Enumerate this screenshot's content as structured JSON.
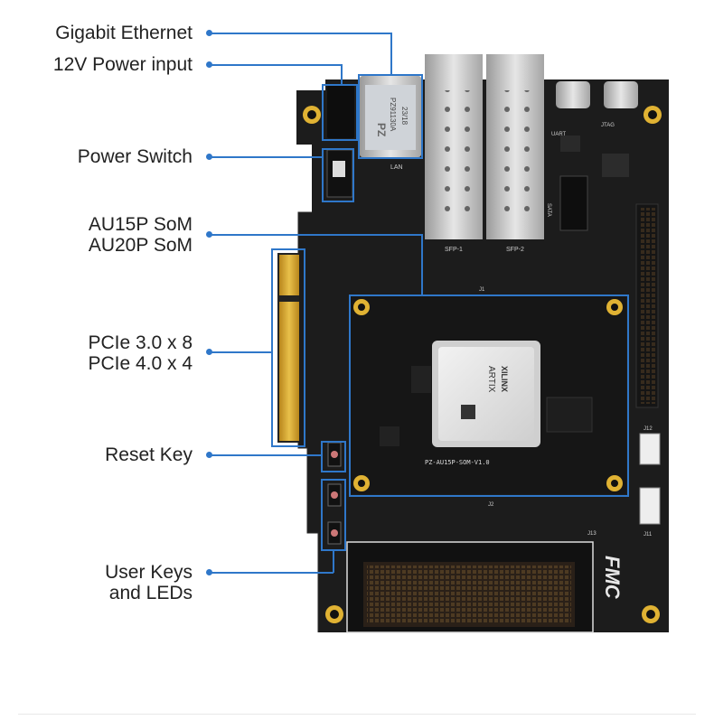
{
  "labels": {
    "gigabit_ethernet": "Gigabit Ethernet",
    "power_input": "12V Power input",
    "power_switch": "Power Switch",
    "som_line1": "AU15P SoM",
    "som_line2": "AU20P SoM",
    "pcie_line1": "PCIe 3.0 x 8",
    "pcie_line2": "PCIe 4.0 x 4",
    "reset_key": "Reset Key",
    "user_keys_line1": "User Keys",
    "user_keys_line2": "and LEDs"
  },
  "board": {
    "ethernet_jack_text_1": "23/18",
    "ethernet_jack_text_2": "PZ91130A",
    "ethernet_jack_logo": "PZ",
    "lan_label": "LAN",
    "sfp1_label": "SFP-1",
    "sfp2_label": "SFP-2",
    "uart_label": "UART",
    "jtag_label": "JTAG",
    "sata_label": "SATA",
    "fpga_brand": "XILINX",
    "fpga_family": "ARTIX",
    "som_label": "PZ-AU15P-SOM-V1.0",
    "fmc_logo": "FMC",
    "j11": "J11",
    "j12": "J12",
    "j13": "J13",
    "j2": "J2",
    "j1": "J1"
  },
  "colors": {
    "accent": "#2f77c9",
    "board": "#1b1b1b",
    "gold": "#d4a52a"
  }
}
